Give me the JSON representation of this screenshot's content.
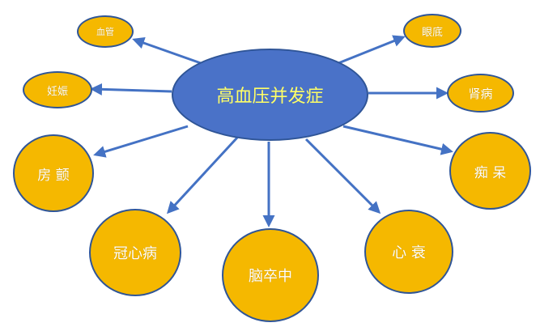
{
  "center": {
    "label": "高血压并发症"
  },
  "nodes": {
    "xueguan": "血管",
    "yandi": "眼底",
    "renshen": "妊娠",
    "shenbing": "肾病",
    "fangchan": "房 颤",
    "chidai": "痴 呆",
    "guanxinbing": "冠心病",
    "naocuzhong": "脑卒中",
    "xinshuai": "心 衰"
  },
  "colors": {
    "center_fill": "#4a72c8",
    "center_text": "#ffff66",
    "node_fill": "#f5b800",
    "node_text": "#ffffff",
    "outline": "#2f5597",
    "arrow": "#4472c4"
  }
}
